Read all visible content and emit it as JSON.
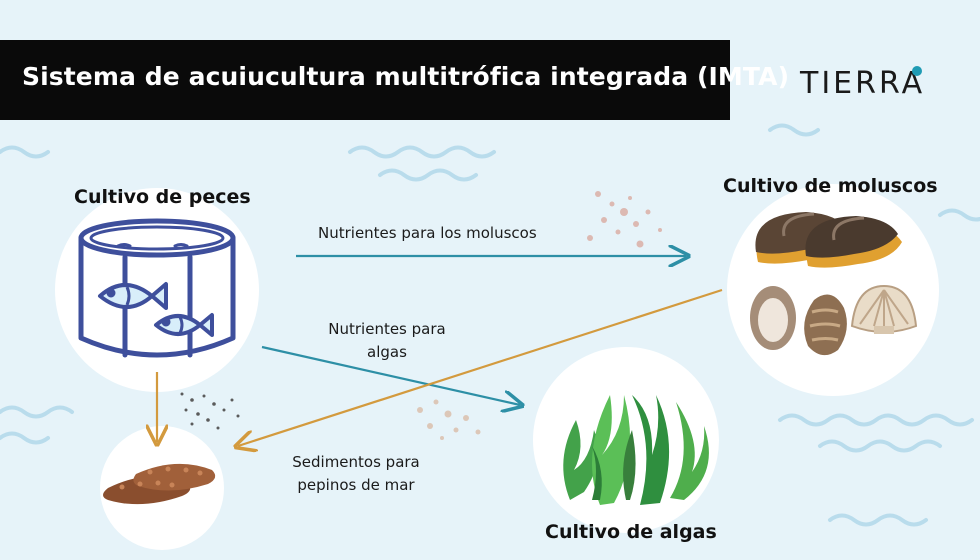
{
  "title": "Sistema de acuiucultura multitrófica integrada (IMTA)",
  "logo": {
    "text": "TIERRA",
    "dot_color": "#1f9bb4"
  },
  "nodes": {
    "fish": "Cultivo de peces",
    "molluscs": "Cultivo de moluscos",
    "algae": "Cultivo de algas",
    "sea_cucumbers_icon": "sea-cucumber-icon"
  },
  "flows": {
    "to_molluscs": "Nutrientes para los moluscos",
    "to_algae_line1": "Nutrientes para",
    "to_algae_line2": "algas",
    "to_cucumbers_line1": "Sedimentos para",
    "to_cucumbers_line2": "pepinos de mar"
  },
  "colors": {
    "nutrient_arrow": "#2d8fa6",
    "sediment_arrow": "#d39a3e",
    "title_bg": "#0a0a0a",
    "background": "#e6f3f9"
  }
}
